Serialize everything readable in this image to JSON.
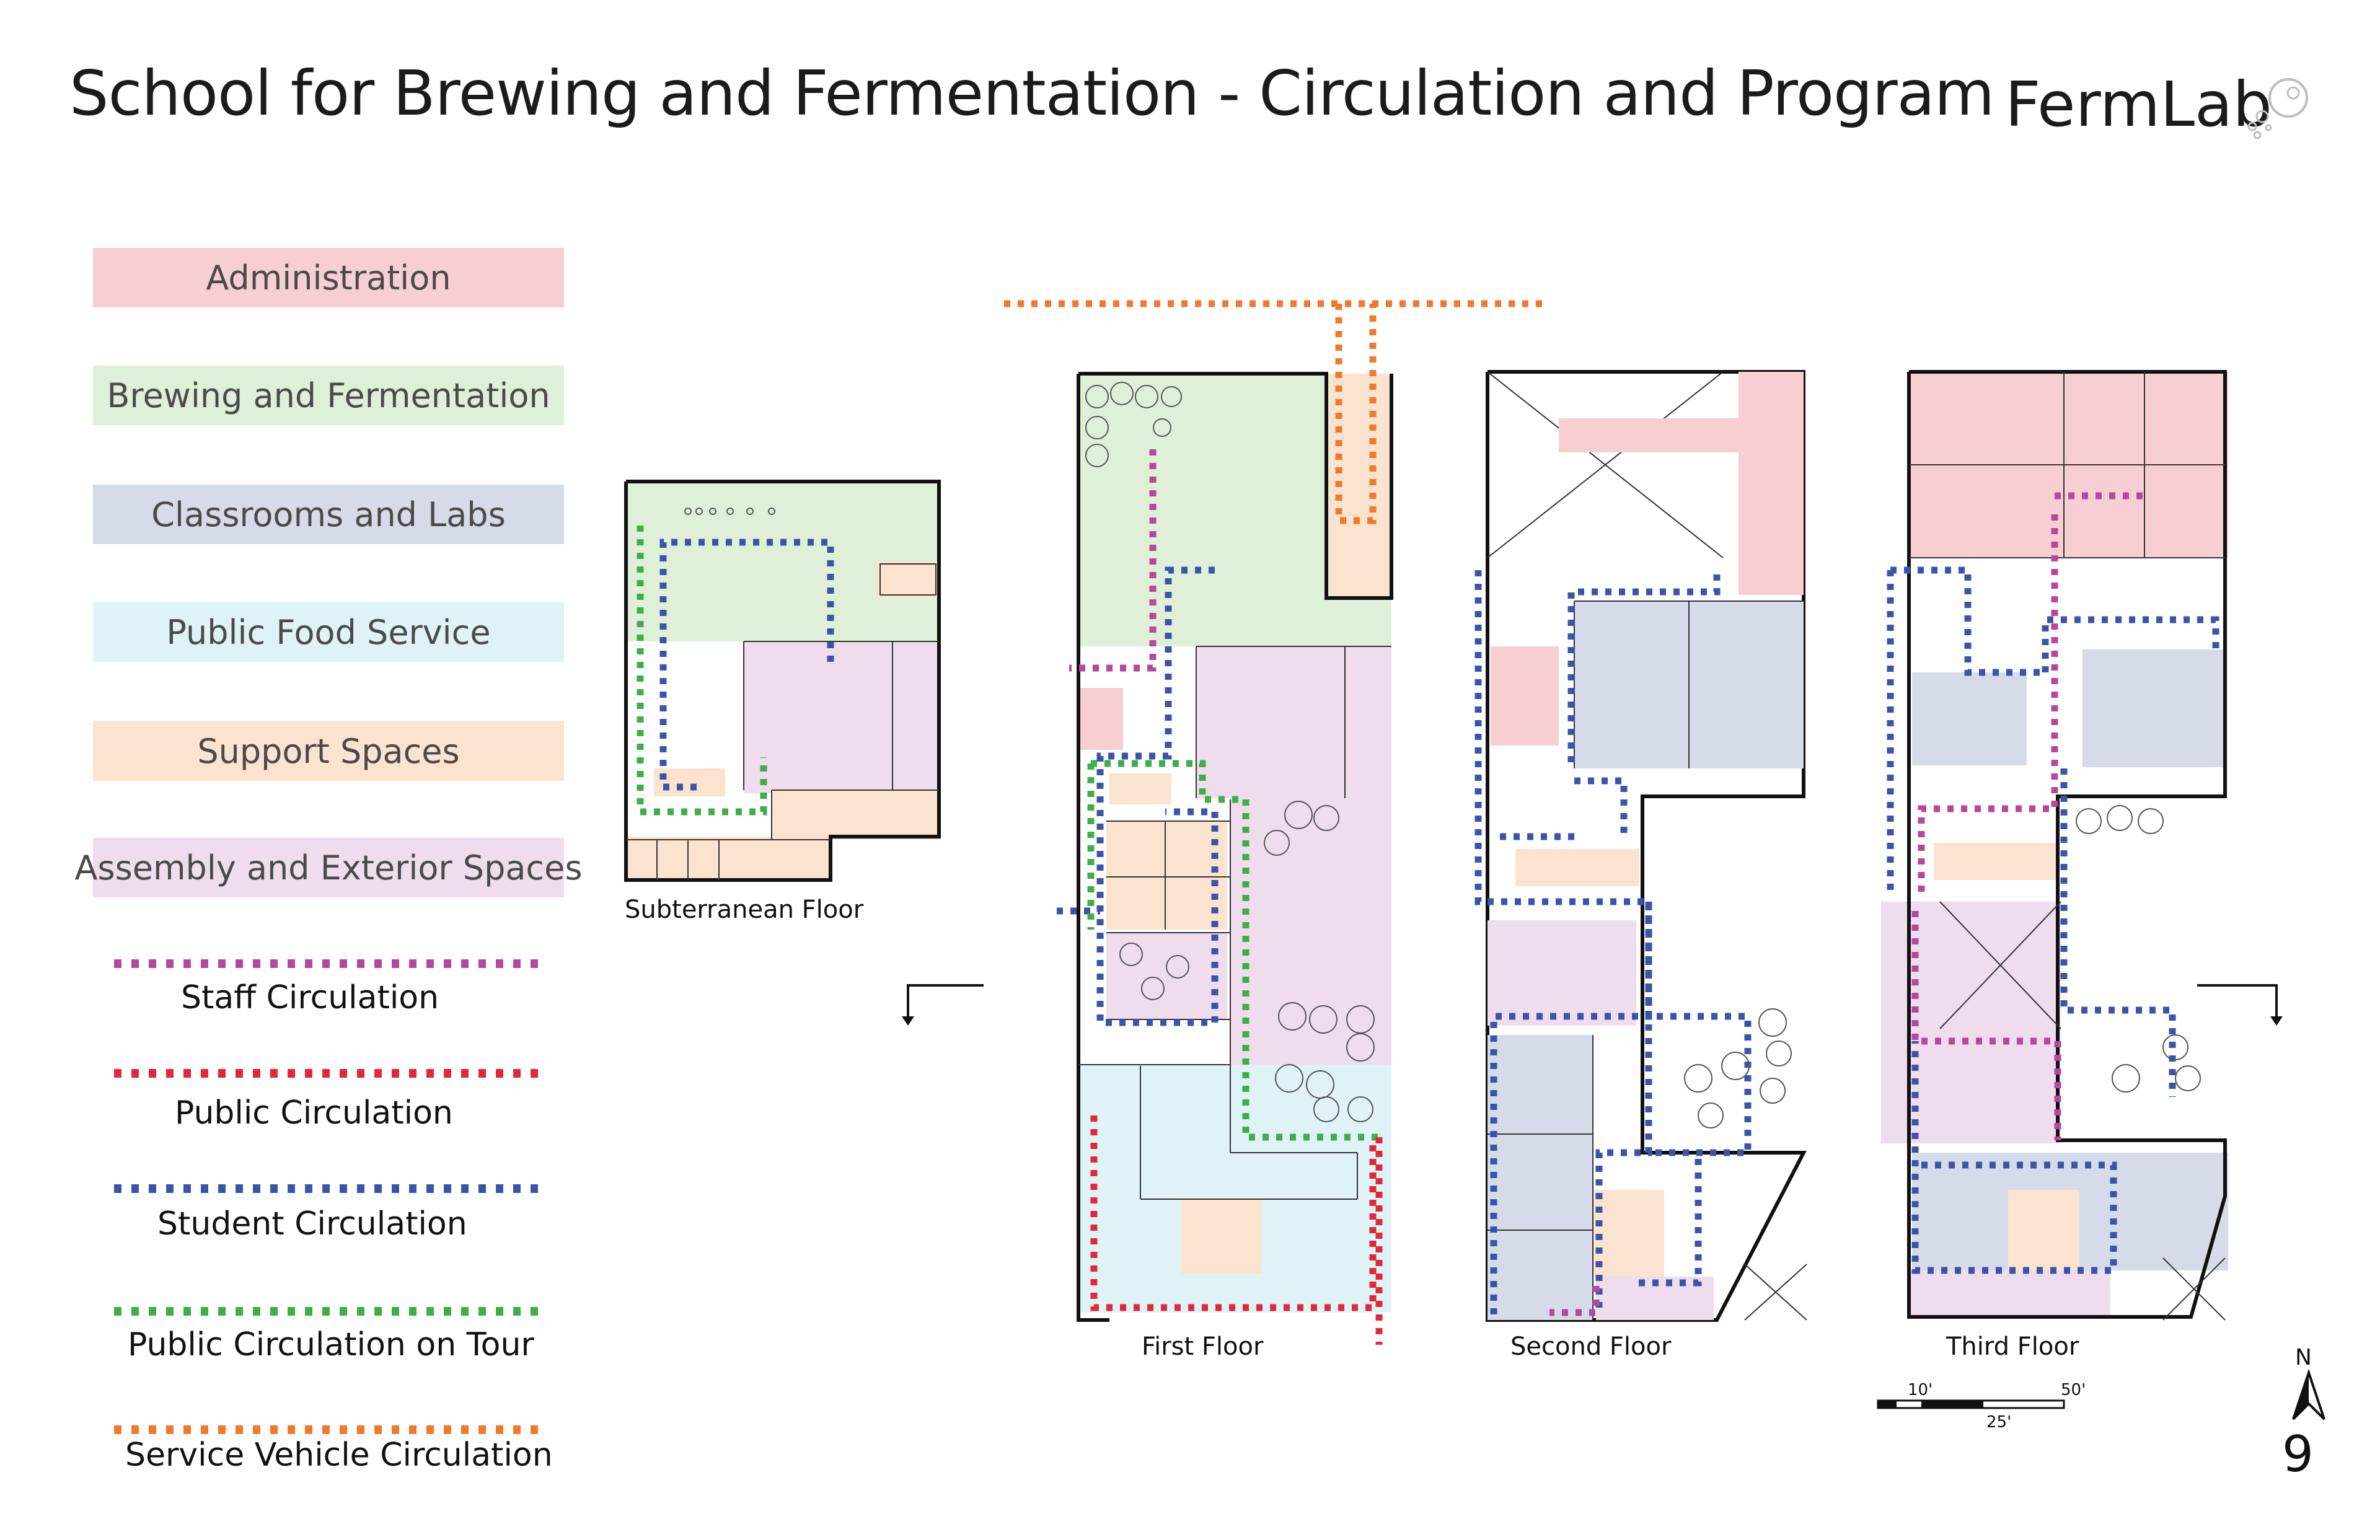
{
  "header": {
    "title": "School for Brewing and Fermentation - Circulation and Program",
    "brand": "FermLab"
  },
  "legend": {
    "program": [
      {
        "label": "Administration",
        "color": "#f7cfd2"
      },
      {
        "label": "Brewing and Fermentation",
        "color": "#dff0d8"
      },
      {
        "label": "Classrooms and Labs",
        "color": "#d6dbea"
      },
      {
        "label": "Public Food Service",
        "color": "#dff3f7"
      },
      {
        "label": "Support Spaces",
        "color": "#fbe3cf"
      },
      {
        "label": "Assembly and Exterior Spaces",
        "color": "#efdcec"
      }
    ],
    "circulation": [
      {
        "label": "Staff Circulation",
        "color": "#b5489c"
      },
      {
        "label": "Public Circulation",
        "color": "#e0283a"
      },
      {
        "label": "Student Circulation",
        "color": "#3a55a8"
      },
      {
        "label": "Public Circulation on Tour",
        "color": "#3fae49"
      },
      {
        "label": "Service Vehicle Circulation",
        "color": "#f07a2b"
      }
    ]
  },
  "plans": {
    "subterranean": "Subterranean Floor",
    "first": "First Floor",
    "second": "Second Floor",
    "third": "Third Floor"
  },
  "scale": {
    "a": "10'",
    "b": "25'",
    "c": "50'"
  },
  "north": "N",
  "page_number": "9"
}
